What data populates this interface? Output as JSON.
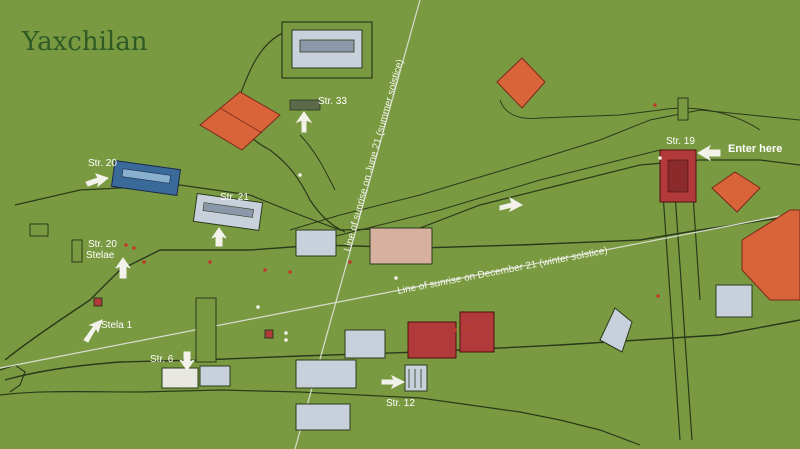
{
  "title": "Yaxchilan",
  "colors": {
    "ground": "#7a9a42",
    "path_fill": "#86a64c",
    "wall": "#2b3a1a",
    "roof_orange": "#d9643a",
    "roof_red": "#b23a3a",
    "structure_blue": "#3a6a9a",
    "structure_grey": "#c8d0dc",
    "structure_pink": "#d8b0a0",
    "arrow": "#f2f2ea"
  },
  "labels": {
    "str33": "Str. 33",
    "str20": "Str. 20",
    "str21": "Str. 21",
    "str20_stelae_1": "Str. 20",
    "str20_stelae_2": "Stelae",
    "stela1": "Stela 1",
    "str6": "Str. 6",
    "str12": "Str. 12",
    "str19": "Str. 19",
    "enter_here": "Enter here",
    "summer_line": "Line of sunrise on June 21 (summer solstice)",
    "winter_line": "Line of sunrise on December 21 (winter solstice)"
  },
  "icons": [
    "arrow-icon"
  ]
}
